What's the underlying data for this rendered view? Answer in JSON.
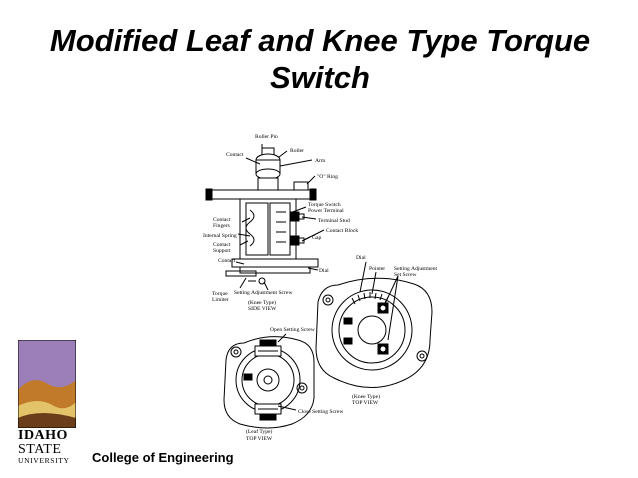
{
  "slide": {
    "title": "Modified Leaf and Knee Type Torque Switch",
    "footer": "College of Engineering"
  },
  "logo": {
    "line1": "IDAHO",
    "line2": "STATE",
    "line3": "UNIVERSITY",
    "colors": {
      "sky": "#9c7fb8",
      "hills": "#c07a2a",
      "ground": "#e2c36a"
    }
  },
  "diagram": {
    "side_labels": {
      "roller_pin": "Roller Pin",
      "roller": "Roller",
      "contact_top": "Contact",
      "arm": "Arm",
      "o_ring": "\"O\" Ring",
      "torque_switch_1": "Torque Switch",
      "torque_switch_2": "Power Terminal",
      "contact_fingers_1": "Contact",
      "contact_fingers_2": "Fingers",
      "terminal_stud": "Terminal Stud",
      "internal_spring": "Internal Spring",
      "contact_block": "Contact Block",
      "contact_support_1": "Contact",
      "contact_support_2": "Support",
      "gap": "Gap",
      "contact_bottom": "Contact",
      "dial": "Dial",
      "torque_limiter_1": "Torque",
      "torque_limiter_2": "Limiter",
      "setting_adjustment_screw": "Setting Adjustment Screw",
      "view_1": "(Knee Type)",
      "view_2": "SIDE VIEW"
    },
    "knee_top_labels": {
      "dial": "Dial",
      "pointer": "Pointer",
      "set_screw_1": "Setting Adjustment",
      "set_screw_2": "Set Screw",
      "view_1": "(Knee Type)",
      "view_2": "TOP VIEW"
    },
    "leaf_top_labels": {
      "open_setting_screw": "Open Setting Screw",
      "close_setting_screw": "Close Setting Screw",
      "view_1": "(Leaf Type)",
      "view_2": "TOP VIEW"
    }
  }
}
